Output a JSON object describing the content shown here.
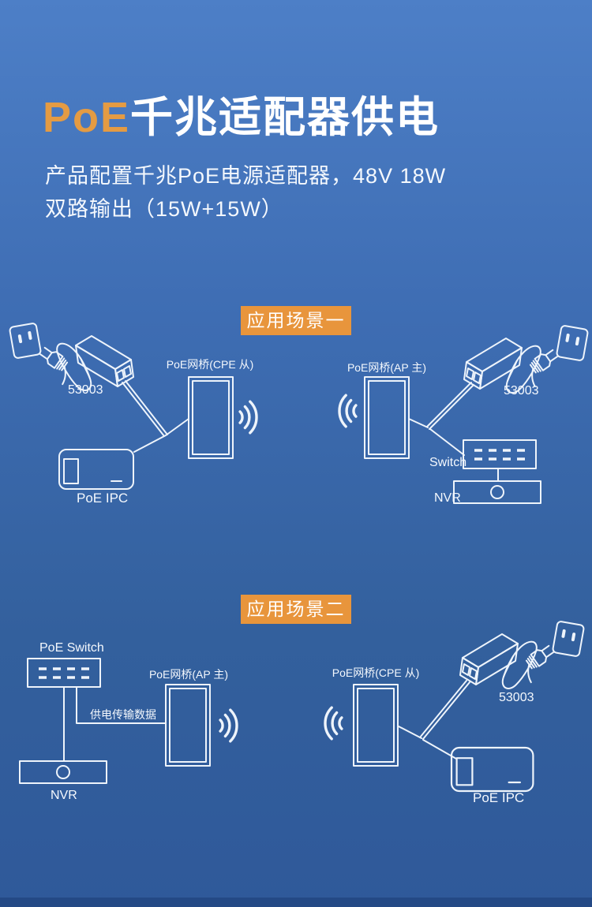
{
  "header": {
    "title_accent": "PoE",
    "title_main": "千兆适配器供电",
    "subtitle_line1": "产品配置千兆PoE电源适配器，48V 18W",
    "subtitle_line2": "双路输出（15W+15W）"
  },
  "colors": {
    "accent_orange": "#E8953C",
    "line_white": "#EEF4FB",
    "background_top": "#4D7FC7",
    "background_bottom": "#2F599A"
  },
  "icons": [
    "wall-outlet-icon",
    "power-plug-icon",
    "poe-injector-icon",
    "wifi-signal-icon",
    "bridge-device-icon",
    "ip-camera-icon",
    "switch-device-icon",
    "nvr-device-icon"
  ],
  "scenario1": {
    "badge": "应用场景一",
    "left": {
      "adapter_model": "53003",
      "bridge_label": "PoE网桥(CPE 从)",
      "camera_label": "PoE IPC"
    },
    "right": {
      "bridge_label": "PoE网桥(AP 主)",
      "adapter_model": "53003",
      "switch_label": "Switch",
      "nvr_label": "NVR"
    }
  },
  "scenario2": {
    "badge": "应用场景二",
    "left": {
      "switch_label": "PoE Switch",
      "link_label": "供电传输数据",
      "nvr_label": "NVR",
      "bridge_label": "PoE网桥(AP 主)"
    },
    "right": {
      "bridge_label": "PoE网桥(CPE 从)",
      "adapter_model": "53003",
      "camera_label": "PoE IPC"
    }
  }
}
